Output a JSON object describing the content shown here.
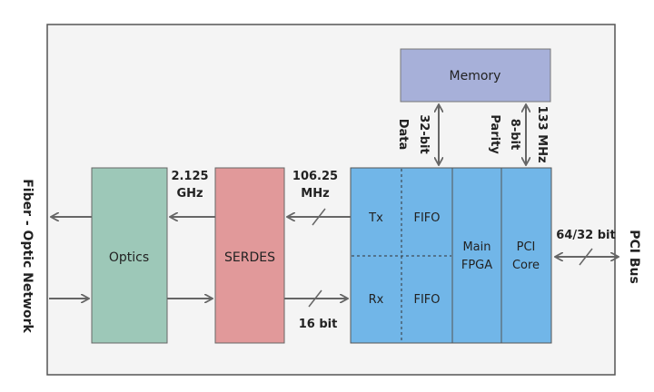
{
  "blocks": {
    "optics": "Optics",
    "serdes": "SERDES",
    "memory": "Memory",
    "tx": "Tx",
    "rx": "Rx",
    "fifo_top": "FIFO",
    "fifo_bottom": "FIFO",
    "main_fpga_line1": "Main",
    "main_fpga_line2": "FPGA",
    "pci_core_line1": "PCI",
    "pci_core_line2": "Core"
  },
  "labels": {
    "fiber_optic_network": "Fiber - Optic Network",
    "pci_bus": "PCI Bus",
    "freq_ghz_line1": "2.125",
    "freq_ghz_line2": "GHz",
    "freq_mhz_line1": "106.25",
    "freq_mhz_line2": "MHz",
    "width_16": "16 bit",
    "bus_width": "64/32 bit",
    "data_width": "32-bit",
    "data": "Data",
    "parity_width": "8-bit",
    "parity": "Parity",
    "mem_freq": "133 MHz"
  },
  "colors": {
    "board": "#f4f4f4",
    "board_border": "#555555",
    "optics": "#9dc8b8",
    "serdes": "#e1999a",
    "memory": "#a7b0d9",
    "fpga": "#71b6e8",
    "arrow": "#666666"
  }
}
